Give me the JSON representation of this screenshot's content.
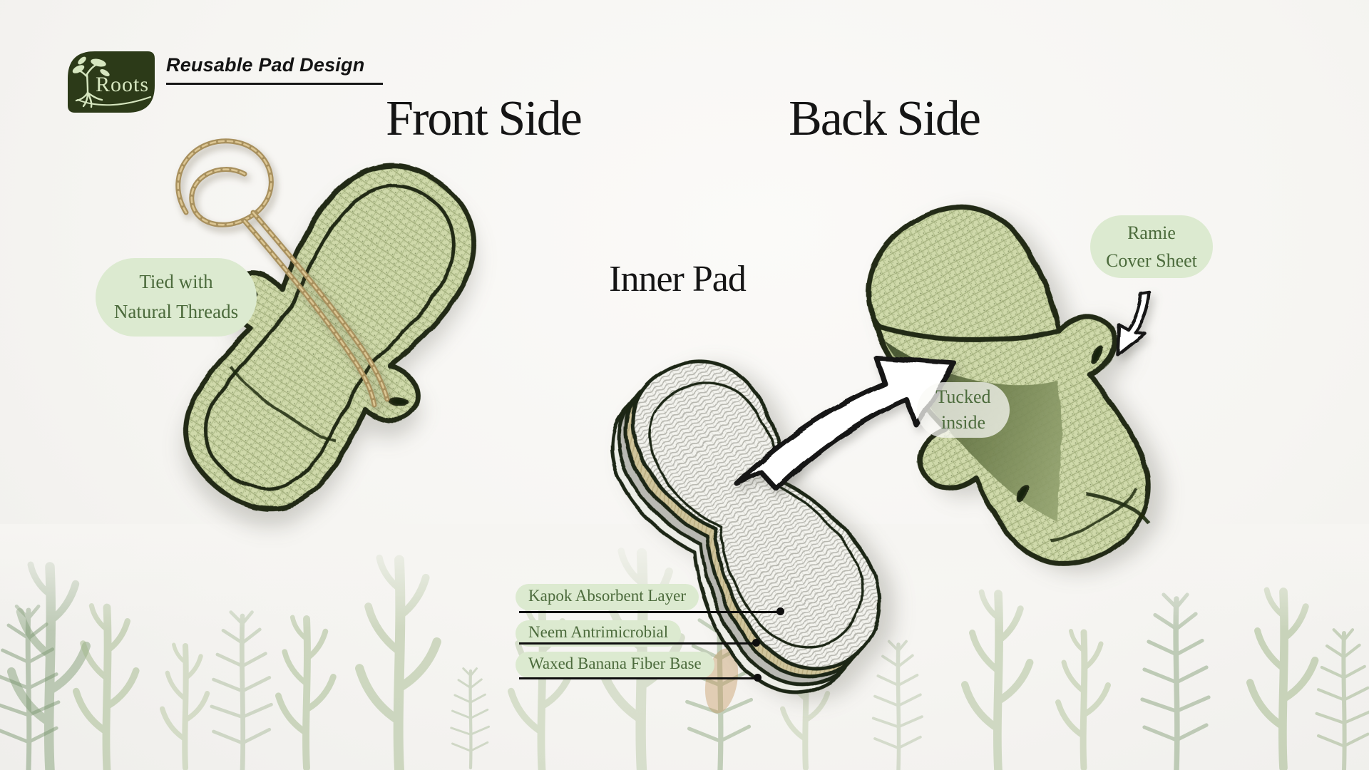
{
  "brand": {
    "name": "Roots",
    "title": "Reusable Pad Design"
  },
  "headings": {
    "front": "Front Side",
    "back": "Back Side",
    "inner": "Inner Pad"
  },
  "callouts": {
    "tied": {
      "line1": "Tied with",
      "line2": "Natural Threads"
    },
    "ramie": {
      "line1": "Ramie",
      "line2": "Cover Sheet"
    },
    "tucked": {
      "line1": "Tucked",
      "line2": "inside"
    }
  },
  "layer_labels": [
    "Kapok Absorbent Layer",
    "Neem Antrimicrobial",
    "Waxed Banana Fiber Base"
  ],
  "colors": {
    "pill-bg": "#dcead0",
    "pill-text": "#4c6b3c",
    "logo-bg": "#2c3a18",
    "logo-text": "#d6e6bf",
    "heading-text": "#151515",
    "fabric-line": "#202c12",
    "thread": "#b59a67",
    "leader-line": "#0e0e0e"
  }
}
